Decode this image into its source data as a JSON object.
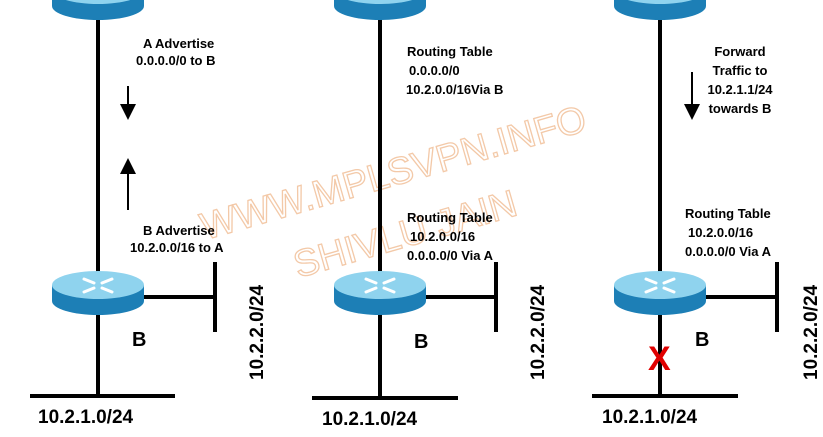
{
  "watermark": {
    "line1": "WWW.MPLSVPN.INFO",
    "line2": "SHIVLU JAIN",
    "color": "#f3c9a8"
  },
  "colors": {
    "router_top": "#8fd3ee",
    "router_side": "#1d7fb6",
    "link": "#000000",
    "failure": "#e00000"
  },
  "panels": [
    {
      "router_bottom_label": "B",
      "bottom_network": "10.2.1.0/24",
      "side_network": "10.2.2.0/24",
      "annotation_top": [
        "A Advertise",
        "0.0.0.0/0 to B"
      ],
      "annotation_bottom": [
        "B Advertise",
        "10.2.0.0/16 to A"
      ]
    },
    {
      "router_bottom_label": "B",
      "bottom_network": "10.2.1.0/24",
      "side_network": "10.2.2.0/24",
      "annotation_top": [
        "Routing Table",
        "0.0.0.0/0",
        "10.2.0.0/16Via B"
      ],
      "annotation_bottom": [
        "Routing Table",
        "10.2.0.0/16",
        "0.0.0.0/0 Via A"
      ]
    },
    {
      "router_bottom_label": "B",
      "bottom_network": "10.2.1.0/24",
      "side_network": "10.2.2.0/24",
      "annotation_top": [
        "Forward",
        "Traffic to",
        "10.2.1.1/24",
        "towards B"
      ],
      "annotation_bottom": [
        "Routing Table",
        "10.2.0.0/16",
        "0.0.0.0/0 Via A"
      ],
      "failure_mark": "X"
    }
  ]
}
